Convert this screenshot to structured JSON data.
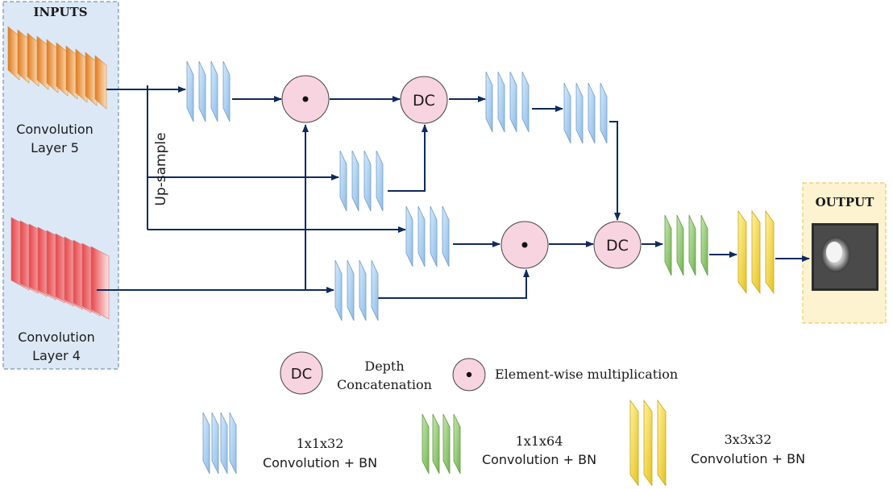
{
  "inputs": {
    "title": "INPUTS",
    "layer5_label_line1": "Convolution",
    "layer5_label_line2": "Layer 5",
    "layer4_label_line1": "Convolution",
    "layer4_label_line2": "Layer 4",
    "upsample_label": "Up-sample"
  },
  "output": {
    "title": "OUTPUT"
  },
  "nodes": {
    "dc_label": "DC"
  },
  "legend": {
    "dc_symbol": "DC",
    "dc_text_line1": "Depth",
    "dc_text_line2": "Concatenation",
    "mult_text": "Element-wise multiplication",
    "blue_line1": "1x1x32",
    "blue_line2": "Convolution + BN",
    "green_line1": "1x1x64",
    "green_line2": "Convolution + BN",
    "yellow_line1": "3x3x32",
    "yellow_line2": "Convolution + BN"
  },
  "colors": {
    "arrow": "#0f2a5c",
    "inputs_bg": "#dce8f5",
    "inputs_border": "#5b7fb0",
    "output_bg": "#fdf3d0",
    "output_border": "#e8c04a",
    "node_fill": "#f8d3e0",
    "blue_block": "#a9cdee",
    "green_block": "#96c979",
    "yellow_block": "#f2d23a"
  }
}
